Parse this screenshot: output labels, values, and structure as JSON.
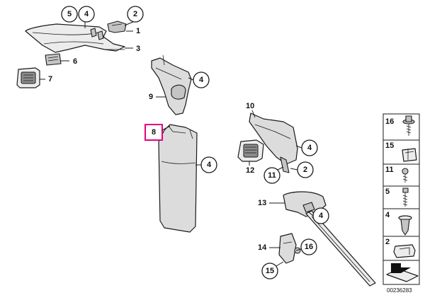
{
  "callouts": {
    "c5_top": "5",
    "c4_top": "4",
    "c2_top": "2",
    "c4_p9": "4",
    "c4_p8": "4",
    "c4_p10": "4",
    "c11_p10": "11",
    "c2_p10": "2",
    "c4_p13": "4",
    "c16_bottom": "16",
    "c15_bottom": "15"
  },
  "labels": {
    "part1": "1",
    "part3": "3",
    "part6": "6",
    "part7": "7",
    "part9": "9",
    "part8": "8",
    "part10": "10",
    "part12": "12",
    "part13": "13",
    "part14": "14"
  },
  "legend": [
    {
      "label": "16",
      "icon": "screw-washer-icon"
    },
    {
      "label": "15",
      "icon": "clip-nut-icon"
    },
    {
      "label": "11",
      "icon": "short-screw-icon"
    },
    {
      "label": "5",
      "icon": "long-screw-icon"
    },
    {
      "label": "4",
      "icon": "expanding-clip-icon"
    },
    {
      "label": "2",
      "icon": "spring-clip-icon"
    },
    {
      "label": "",
      "icon": "bracket-pictogram-icon"
    }
  ],
  "document_number": "00236283",
  "colors": {
    "highlight": "#e6007e",
    "stroke": "#1a1a1a",
    "fill": "#dcdcdc"
  }
}
